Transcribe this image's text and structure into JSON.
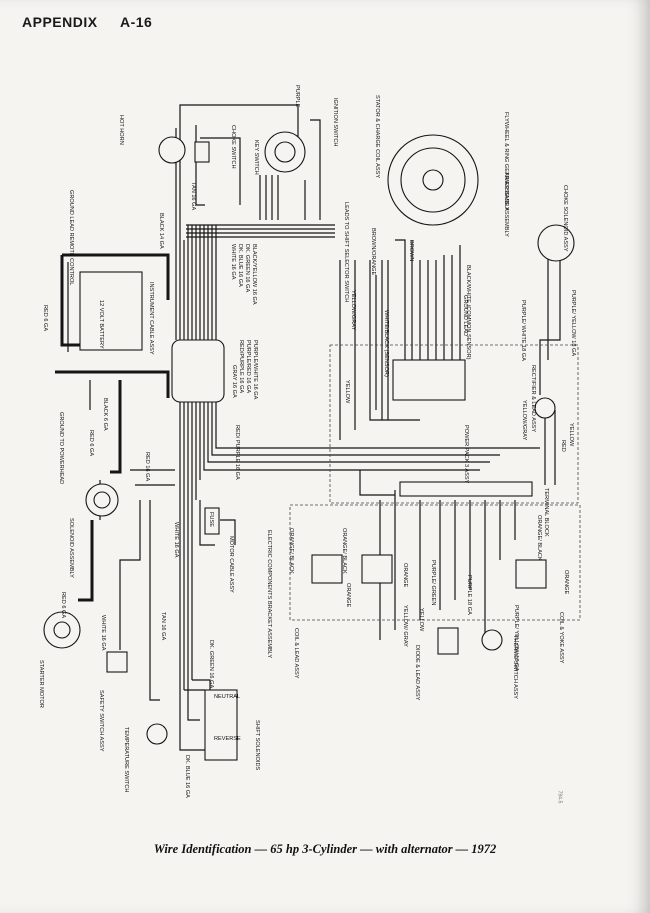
{
  "header": {
    "section": "APPENDIX",
    "page": "A-16"
  },
  "caption": "Wire Identification — 65 hp 3-Cylinder — with alternator — 1972",
  "side_note": "794-5",
  "colors": {
    "wire": "#151515",
    "paper": "#f6f4f1"
  },
  "labels": {
    "hot_horn": "HOT HORN",
    "choke_switch": "CHOKE SWITCH",
    "key_switch": "KEY SWITCH",
    "purple": "PURPLE",
    "ignition_switch": "IGNITION SWITCH",
    "stator": "STATOR & CHARGE COIL ASSY",
    "flywheel": "FLYWHEEL & RING GEAR ASSEMBLY",
    "timer_base": "TIMER BASE ASSEMBLY",
    "choke_solenoid": "CHOKE SOLENOID ASSY",
    "ground_lead": "GROUND LEAD REMOTE CONTROL",
    "tan_16": "TAN 16 GA",
    "black_14": "BLACK 14 GA",
    "leads_to_shift": "LEADS TO SHIFT SELECTOR SWITCH",
    "white_16": "WHITE 16 GA",
    "dk_blue_16": "DK. BLUE 16 GA",
    "dk_green_16": "DK. GREEN 16 GA",
    "black_yellow_16": "BLACK/YELLOW 16 GA",
    "brown_orange": "BROWN/ORANGE",
    "brown": "BROWN",
    "black_white": "BLACK/WHITE (COMMON SENSOR)",
    "red_6": "RED 6 GA",
    "battery": "12 VOLT BATTERY",
    "instrument_cable": "INSTRUMENT CABLE ASSY",
    "gray_16": "GRAY 16 GA",
    "red_purple_16": "RED/PURPLE 16 GA",
    "purple_red_16": "PURPLE/RED 16 GA",
    "purple_white_16": "PURPLE/WHITE 16 GA",
    "yellow_gray": "YELLOW/GRAY",
    "white_black": "WHITE/BLACK (SENSOR)",
    "ground_lead_2": "GROUND LEAD",
    "purple_white_18": "PURPLE/ WHITE 18 GA",
    "purple_yellow_18": "PURPLE/ YELLOW 18 GA",
    "ground_to_powerhead": "GROUND TO POWERHEAD",
    "black_6": "BLACK 6 GA",
    "red_6b": "RED 6 GA",
    "red_16": "RED 16 GA",
    "red_purple_16b": "RED/ PURPLE 16 GA",
    "yellow": "YELLOW",
    "power_pack": "POWER PACK 3 ASSY",
    "rectifier": "RECTIFIER & LEAD ASSY",
    "yellow_gray_2": "YELLOW/GRAY",
    "red": "RED",
    "yellow_2": "YELLOW",
    "solenoid_assembly": "SOLENOID ASSEMBLY",
    "white_16b": "WHITE 16 GA",
    "fuse": "FUSE",
    "motor_cable": "MOTOR CABLE ASSY",
    "electric_bracket": "ELECTRIC COMPONENTS BRACKET ASSEMBLY",
    "orange_black": "ORANGE/ BLACK",
    "orange_black_2": "ORANGE/ BLACK",
    "orange": "ORANGE",
    "orange_2": "ORANGE",
    "terminal_block": "TERMINAL BLOCK",
    "orange_black_3": "ORANGE/ BLACK",
    "orange_3": "ORANGE",
    "red_6c": "RED 6 GA",
    "white_16c": "WHITE 16 GA",
    "tan_16b": "TAN 16 GA",
    "coil_lead": "COIL & LEAD ASSY",
    "yellow_gray_3": "YELLOW/ GRAY",
    "yellow_3": "YELLOW",
    "purple_green": "PURPLE/ GREEN",
    "purple_18": "PURPLE 18 GA",
    "purple_yellow_18b": "PURPLE/ YELLOW 18 GA",
    "coil_yoke": "COIL & YOKE ASSY",
    "starter_motor": "STARTER MOTOR",
    "dk_green_16b": "DK. GREEN 16 GA",
    "diode": "DIODE & LEAD ASSY",
    "thermo_switch": "THERMO SWITCH ASSY",
    "safety_switch": "SAFETY SWITCH ASSY",
    "neutral": "NEUTRAL",
    "reverse": "REVERSE",
    "shift_solenoids": "SHIFT SOLENOIDS",
    "temperature_switch": "TEMPERATURE SWITCH",
    "dk_blue_16b": "DK. BLUE 16 GA"
  }
}
